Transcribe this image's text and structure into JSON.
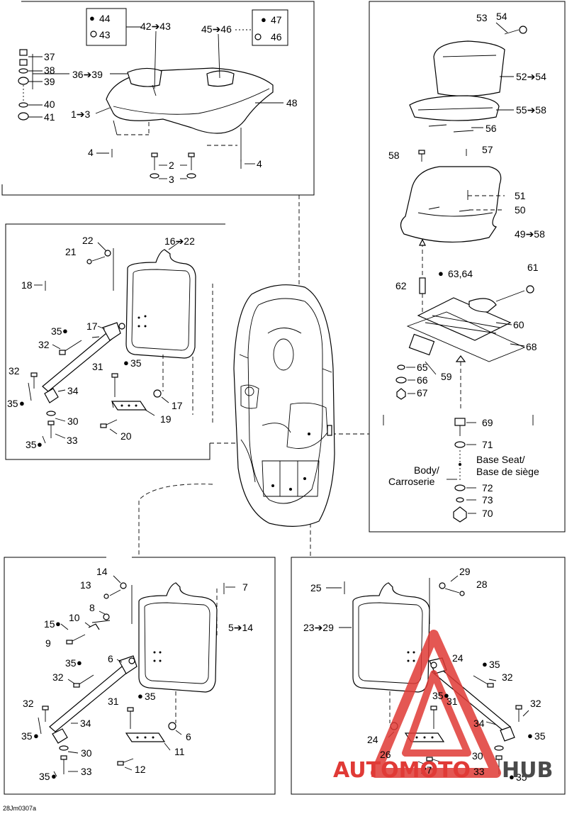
{
  "diagram_id": "28Jm0307a",
  "labels": {
    "l44": "44",
    "l43a": "43",
    "l42_43": "42➔43",
    "l45_46": "45➔46",
    "l47": "47",
    "l46": "46",
    "l37": "37",
    "l38": "38",
    "l39": "39",
    "l36_39": "36➔39",
    "l40": "40",
    "l41": "41",
    "l1_3": "1➔3",
    "l48": "48",
    "l4a": "4",
    "l4b": "4",
    "l2": "2",
    "l3": "3",
    "l53": "53",
    "l54": "54",
    "l52_54": "52➔54",
    "l55_58": "55➔58",
    "l56": "56",
    "l58": "58",
    "l57": "57",
    "l51": "51",
    "l50": "50",
    "l49_58": "49➔58",
    "l61": "61",
    "l63_64": "63,64",
    "l62": "62",
    "l60": "60",
    "l68": "68",
    "l65": "65",
    "l66": "66",
    "l67": "67",
    "l59": "59",
    "l69": "69",
    "l71": "71",
    "base_seat_en": "Base Seat/",
    "base_seat_fr": "Base de siège",
    "body_en": "Body/",
    "body_fr": "Carroserie",
    "l72": "72",
    "l73": "73",
    "l70": "70",
    "l22": "22",
    "l16_22": "16➔22",
    "l21": "21",
    "l18": "18",
    "l17a": "17",
    "l35a": "35",
    "l32a": "32",
    "l31a": "31",
    "l35b": "35",
    "l32b": "32",
    "l34a": "34",
    "l17b": "17",
    "l35c": "35",
    "l30a": "30",
    "l19": "19",
    "l20": "20",
    "l35d": "35",
    "l33a": "33",
    "l14": "14",
    "l13": "13",
    "l7": "7",
    "l8": "8",
    "l15": "15",
    "l10": "10",
    "l5_14": "5➔14",
    "l9": "9",
    "l6a": "6",
    "l35e": "35",
    "l32c": "32",
    "l31b": "31",
    "l35f": "35",
    "l32d": "32",
    "l34b": "34",
    "l6b": "6",
    "l35g": "35",
    "l11": "11",
    "l30b": "30",
    "l12": "12",
    "l35h": "35",
    "l33b": "33",
    "l25": "25",
    "l29": "29",
    "l28": "28",
    "l23_29": "23➔29",
    "l24a": "24",
    "l35i": "35",
    "l32e": "32",
    "l35j": "35",
    "l31c": "31",
    "l32f": "32",
    "l34c": "34",
    "l24b": "24",
    "l35k": "35",
    "l26": "26",
    "l30c": "30",
    "l27": "27",
    "l33c": "33",
    "l35l": "35"
  },
  "watermark": {
    "part1": "AUTOMOTO",
    "part2": "HUB",
    "color_red": "#e03a36",
    "color_dark": "#4a4a4a"
  }
}
